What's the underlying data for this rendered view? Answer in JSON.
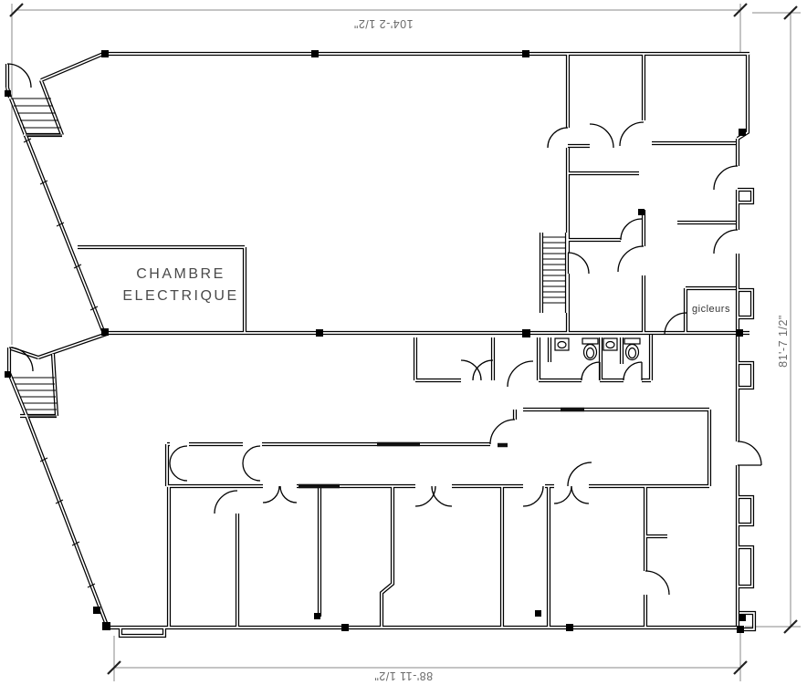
{
  "drawing": {
    "type": "architectural-floor-plan",
    "dimensions": {
      "top": "104'-2 1/2\"",
      "right": "81'-7 1/2\"",
      "bottom": "88'-11 1/2\""
    },
    "rooms": {
      "electrical_room_line1": "CHAMBRE",
      "electrical_room_line2": "ELECTRIQUE",
      "sprinkler_room": "gicleurs"
    },
    "colors": {
      "walls": "#000000",
      "dimension_lines": "#8a8a8a",
      "dimension_text": "#6a6a6a",
      "background": "#ffffff"
    },
    "features": [
      "staircase",
      "door-swing",
      "toilet",
      "sink",
      "column-marker",
      "window-ticks"
    ]
  }
}
